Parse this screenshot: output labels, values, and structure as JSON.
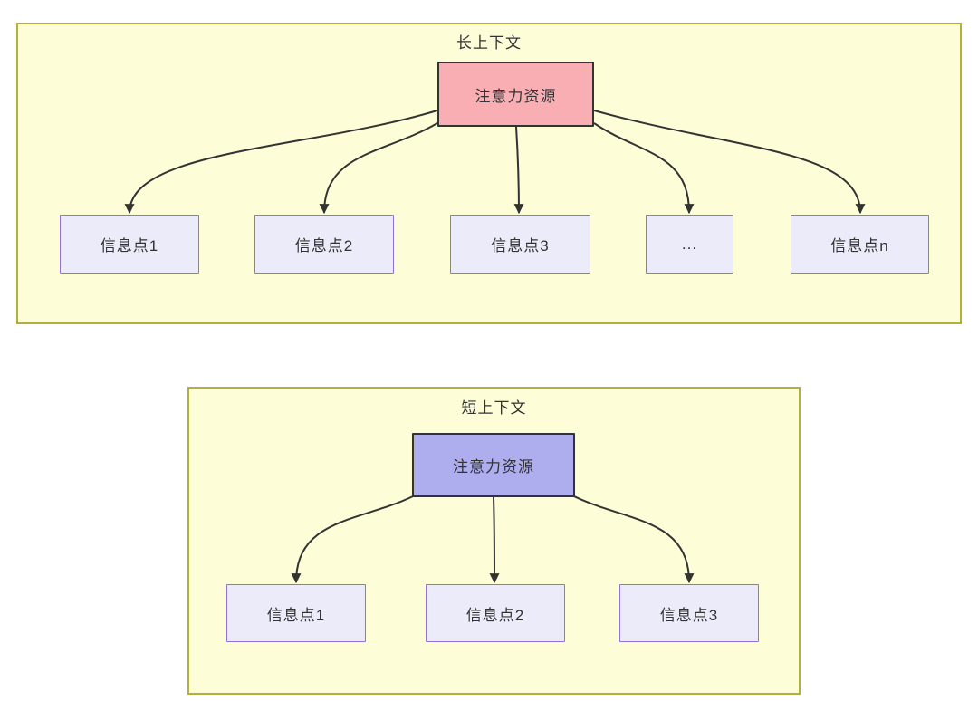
{
  "diagram": {
    "panels": [
      {
        "title": "长上下文",
        "root": {
          "label": "注意力资源",
          "fill": "#f9aeb4"
        },
        "children": [
          {
            "label": "信息点1"
          },
          {
            "label": "信息点2"
          },
          {
            "label": "信息点3"
          },
          {
            "label": "..."
          },
          {
            "label": "信息点n"
          }
        ]
      },
      {
        "title": "短上下文",
        "root": {
          "label": "注意力资源",
          "fill": "#aeaeef"
        },
        "children": [
          {
            "label": "信息点1"
          },
          {
            "label": "信息点2"
          },
          {
            "label": "信息点3"
          }
        ]
      }
    ],
    "colors": {
      "panel_bg": "#fdfdd8",
      "panel_border": "#b2b23b",
      "long_root_fill": "#f9aeb4",
      "short_root_fill": "#aeaeef",
      "root_border": "#333333",
      "info_fill": "#ebebfa",
      "info_border": "#9471d6",
      "arrow": "#333333",
      "text": "#333333"
    }
  }
}
